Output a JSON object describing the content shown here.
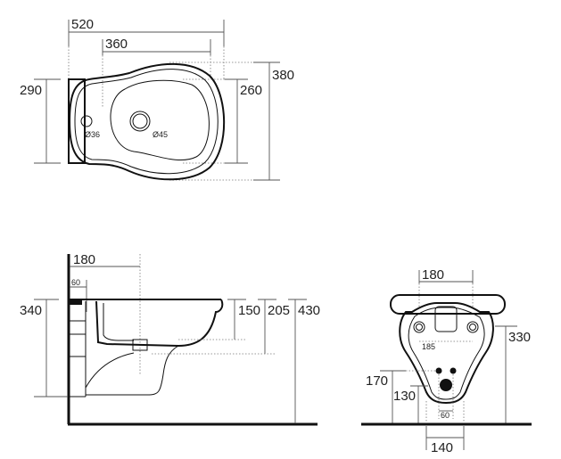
{
  "top_view": {
    "width_overall": "520",
    "width_bowl": "360",
    "depth_back": "290",
    "depth_bowl": "260",
    "depth_overall": "380",
    "tap_hole": "Ø36",
    "drain_hole": "Ø45"
  },
  "side_view": {
    "drain_offset": "180",
    "wall_offset": "60",
    "height_body": "340",
    "bowl_depth": "150",
    "drain_height": "205",
    "rim_height": "430"
  },
  "front_view": {
    "fixing_width": "180",
    "fixing_spacing": "185",
    "fixing_height": "330",
    "bolt_height": "170",
    "waste_height": "130",
    "bolt_spacing": "60",
    "base_width": "140"
  }
}
